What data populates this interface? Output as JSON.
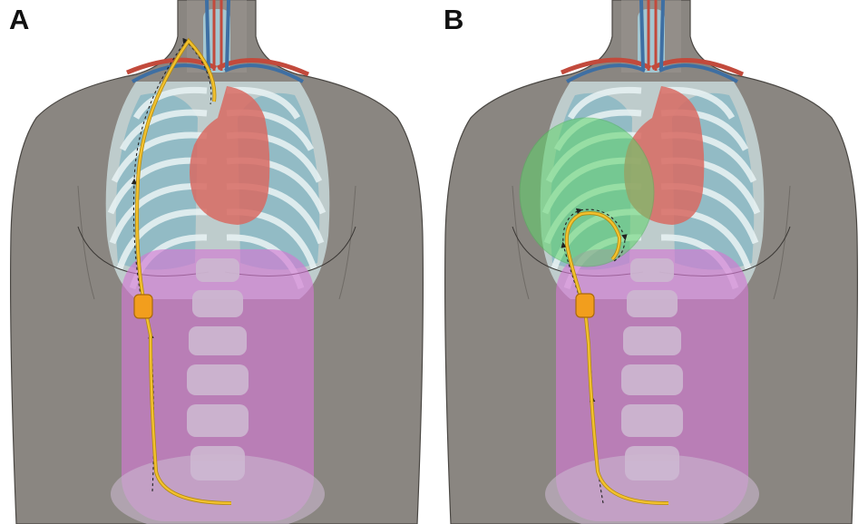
{
  "panels": [
    {
      "label": "A",
      "tunnel_route": "subcutaneous-chest-to-neck",
      "chest_mass": false
    },
    {
      "label": "B",
      "tunnel_route": "subcutaneous-chest-loop",
      "chest_mass": true
    }
  ],
  "colors": {
    "skin": "#8a8681",
    "skin_outline": "#4a4743",
    "ribs": "#cfe3e6",
    "lung": "#7fb3c2",
    "heart": "#d86a62",
    "vessels_artery": "#c24a3c",
    "vessels_vein": "#3e6fa3",
    "abdomen": "#d37ad3",
    "spine": "#bfa8c4",
    "catheter": "#f2c12e",
    "catheter_outline": "#b38a10",
    "cuff": "#f29e1d",
    "mass": "#5fd46a",
    "arrow_path": "#222222"
  },
  "icons": {
    "heart": "heart-illustration",
    "catheter": "catheter-line",
    "cuff": "catheter-cuff",
    "arrows": "tunnel-direction-arrows"
  }
}
